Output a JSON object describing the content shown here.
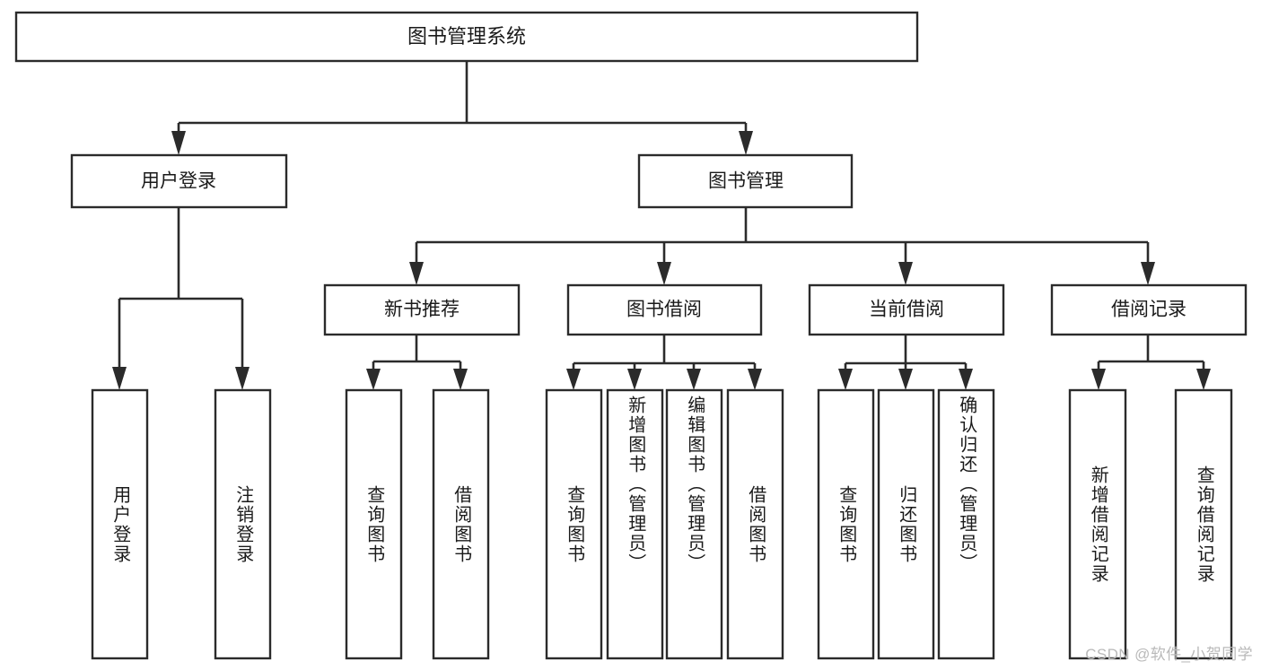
{
  "diagram": {
    "type": "tree-hierarchy",
    "title": "图书管理系统",
    "orientation": "top-down",
    "colors": {
      "box_stroke": "#2b2b2b",
      "box_fill": "#ffffff",
      "edge": "#2b2b2b",
      "text": "#1a1a1a",
      "background": "#ffffff",
      "watermark": "#b9b9b9"
    },
    "root": {
      "label": "图书管理系统"
    },
    "level2": [
      {
        "label": "用户登录"
      },
      {
        "label": "图书管理"
      }
    ],
    "level3": [
      {
        "label": "新书推荐"
      },
      {
        "label": "图书借阅"
      },
      {
        "label": "当前借阅"
      },
      {
        "label": "借阅记录"
      }
    ],
    "leaves": [
      {
        "label": "用户登录",
        "parent": "用户登录"
      },
      {
        "label": "注销登录",
        "parent": "用户登录"
      },
      {
        "label": "查询图书",
        "parent": "新书推荐"
      },
      {
        "label": "借阅图书",
        "parent": "新书推荐"
      },
      {
        "label": "查询图书",
        "parent": "图书借阅"
      },
      {
        "label": "新增图书（管理员）",
        "parent": "图书借阅"
      },
      {
        "label": "编辑图书（管理员）",
        "parent": "图书借阅"
      },
      {
        "label": "借阅图书",
        "parent": "图书借阅"
      },
      {
        "label": "查询图书",
        "parent": "当前借阅"
      },
      {
        "label": "归还图书",
        "parent": "当前借阅"
      },
      {
        "label": "确认归还（管理员）",
        "parent": "当前借阅"
      },
      {
        "label": "新增借阅记录",
        "parent": "借阅记录"
      },
      {
        "label": "查询借阅记录",
        "parent": "借阅记录"
      }
    ]
  },
  "watermark": {
    "text": "CSDN @软件_小贺同学"
  }
}
